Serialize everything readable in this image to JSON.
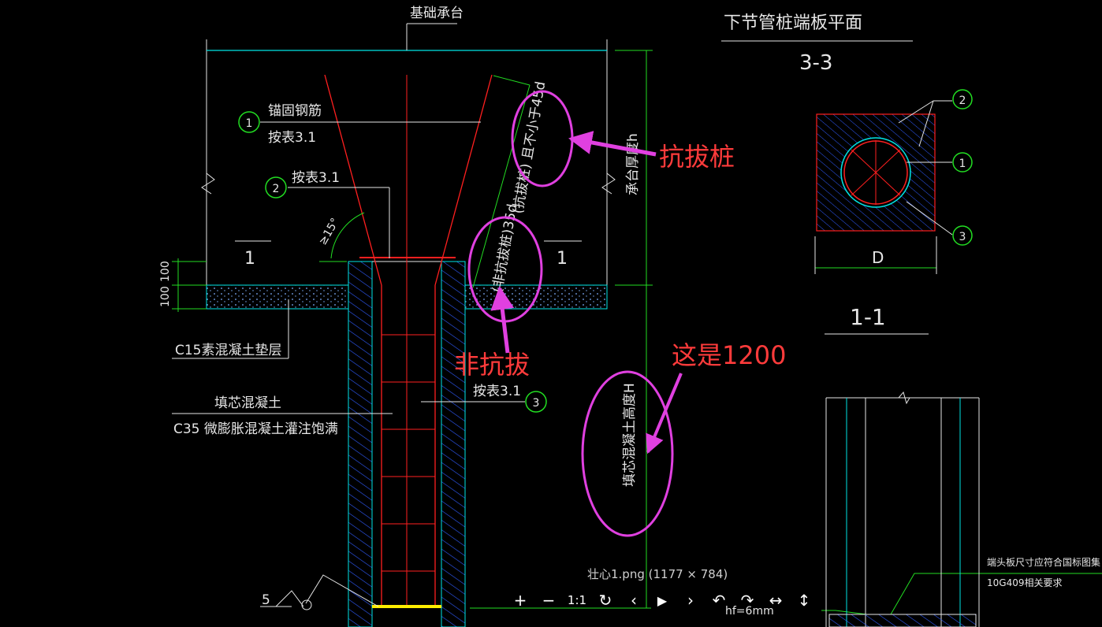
{
  "drawing": {
    "top_label": "基础承台",
    "title_plan": "下节管桩端板平面",
    "section_33": "3-3",
    "section_11": "1-1",
    "section_1_left": "1",
    "section_1_right": "1",
    "label_anchor_rebar": "锚固钢筋",
    "label_table31_a": "按表3.1",
    "label_table31_b": "按表3.1",
    "label_table31_c": "按表3.1",
    "label_angle": "≥15°",
    "label_uplift_pile": "(抗拔桩) 且不小于45d",
    "label_nonuplift": "(非抗拔桩)35d",
    "label_cap_thickness": "承台厚度h",
    "label_c15": "C15素混凝土垫层",
    "label_fill_concrete": "填芯混凝土",
    "label_c35": "C35  微膨胀混凝土灌注饱满",
    "label_fill_height": "填芯混凝土高度H",
    "label_dim_100a": "100",
    "label_dim_100b": "100",
    "label_D": "D",
    "label_5": "5",
    "label_hf": "hf=6mm",
    "label_note_1": "端头板尺寸应符合国标图集",
    "label_note_2": "10G409相关要求",
    "circle_1": "1",
    "circle_2": "2",
    "circle_3": "3"
  },
  "annotations": {
    "uplift": "抗拔桩",
    "non_uplift": "非抗拔",
    "is_1200": "这是1200"
  },
  "viewer": {
    "caption": "壮心1.png (1177 × 784)",
    "buttons": {
      "zoom_in": "+",
      "zoom_out": "−",
      "actual_size": "1:1",
      "refresh": "↻",
      "prev": "‹",
      "play": "▶",
      "next": "›",
      "rotate_left": "↶",
      "rotate_right": "↷",
      "flip_h": "↔",
      "flip_v": "↕"
    }
  },
  "colors": {
    "background": "#000000",
    "cad_white": "#e6e6e6",
    "cad_cyan": "#00e5e5",
    "cad_blue": "#2f5bff",
    "cad_red": "#ff1f1f",
    "cad_green": "#22dd22",
    "annotation_magenta": "#e040e0",
    "annotation_red": "#ff3b3b"
  }
}
